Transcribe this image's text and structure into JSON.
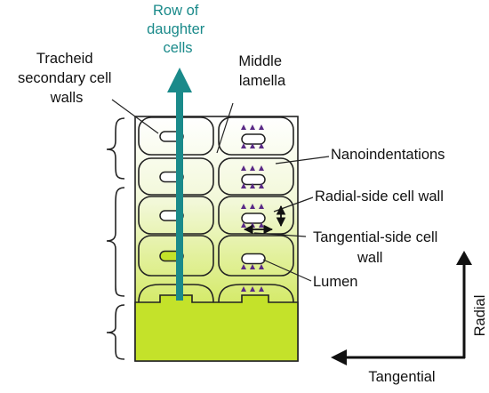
{
  "labels": {
    "row_of_daughter_cells": [
      "Row of",
      "daughter",
      "cells"
    ],
    "tracheid_walls": [
      "Tracheid",
      "secondary cell",
      "walls"
    ],
    "middle_lamella": [
      "Middle",
      "lamella"
    ],
    "nanoindentations": "Nanoindentations",
    "radial_wall": "Radial-side cell wall",
    "tangential_wall": [
      "Tangential-side cell",
      "wall"
    ],
    "lumen": "Lumen",
    "radial_axis": "Radial",
    "tangential_axis": "Tangential"
  },
  "colors": {
    "row_arrow": "#1a8a8a",
    "row_label": "#1a8a8a",
    "cambium": "#c4e22a",
    "gradient_top": "#ffffff",
    "gradient_bottom": "#c4e22a",
    "indent_marks": "#5a2a86",
    "outline": "#222222"
  },
  "icons": {
    "nanoindentation_mark": "triangle",
    "wall_direction_marks": "double-arrow"
  }
}
